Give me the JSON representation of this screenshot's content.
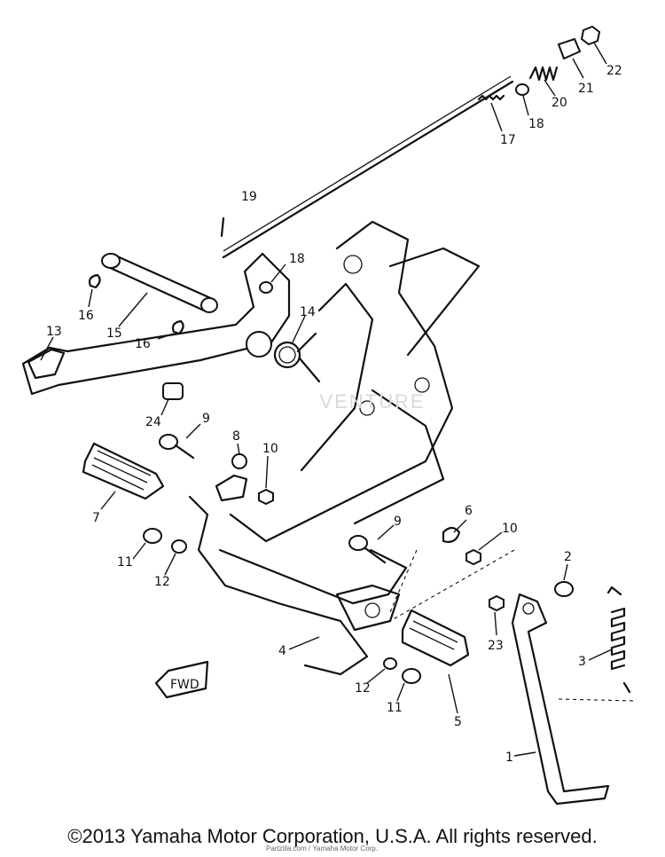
{
  "diagram": {
    "callouts": [
      "1",
      "2",
      "3",
      "4",
      "5",
      "6",
      "7",
      "8",
      "9",
      "10",
      "10",
      "11",
      "11",
      "12",
      "12",
      "13",
      "14",
      "15",
      "16",
      "16",
      "17",
      "18",
      "18",
      "19",
      "20",
      "21",
      "22",
      "23",
      "24"
    ],
    "fwd_label": "FWD",
    "watermark": "VENTURE",
    "fine_print": "Partzilla.com / Yamaha Motor Corp."
  },
  "footer": {
    "copyright": "©2013 Yamaha Motor Corporation, U.S.A. All rights reserved."
  }
}
